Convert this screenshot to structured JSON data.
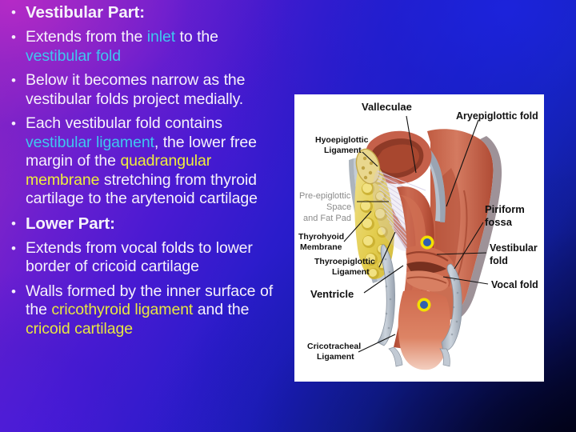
{
  "slide": {
    "background_colors": {
      "top_left": "#b62ac6",
      "top_right": "#1c24e1",
      "bottom_right": "#04060f",
      "bottom_left": "#4a1cdc"
    },
    "accent_cyan": "#3fc7ee",
    "accent_yellow": "#eeee3c",
    "body_text_color": "#f6f2fb"
  },
  "bullets": [
    {
      "id": "vestibular-part-heading",
      "marker": "•",
      "heading": true,
      "segments": [
        {
          "text": "Vestibular Part:",
          "style": "plain"
        }
      ]
    },
    {
      "id": "extends-from-inlet",
      "marker": "•",
      "heading": false,
      "segments": [
        {
          "text": "Extends from the ",
          "style": "plain"
        },
        {
          "text": "inlet",
          "style": "cyan"
        },
        {
          "text": " to the ",
          "style": "plain"
        },
        {
          "text": "vestibular fold",
          "style": "cyan"
        }
      ]
    },
    {
      "id": "below-becomes-narrow",
      "marker": "•",
      "heading": false,
      "segments": [
        {
          "text": "Below it becomes narrow as the vestibular folds project medially.",
          "style": "plain"
        }
      ]
    },
    {
      "id": "each-vestibular-fold-contains",
      "marker": "•",
      "heading": false,
      "segments": [
        {
          "text": " Each vestibular fold contains ",
          "style": "plain"
        },
        {
          "text": "vestibular ligament",
          "style": "cyan"
        },
        {
          "text": ", the lower free margin of the ",
          "style": "plain"
        },
        {
          "text": "quadrangular membrane",
          "style": "yellow"
        },
        {
          "text": " stretching from thyroid cartilage to the arytenoid cartilage",
          "style": "plain"
        }
      ]
    },
    {
      "id": "lower-part-heading",
      "marker": "•",
      "heading": true,
      "segments": [
        {
          "text": "Lower Part:",
          "style": "plain"
        }
      ]
    },
    {
      "id": "extends-from-vocal-folds",
      "marker": "•",
      "heading": false,
      "segments": [
        {
          "text": "Extends from vocal folds to lower border of cricoid cartilage",
          "style": "plain"
        }
      ]
    },
    {
      "id": "walls-formed-by-inner-surface",
      "marker": "•",
      "heading": false,
      "segments": [
        {
          "text": "Walls formed by the inner surface of the ",
          "style": "plain"
        },
        {
          "text": "cricothyroid ligament",
          "style": "yellow"
        },
        {
          "text": " and the ",
          "style": "plain"
        },
        {
          "text": "cricoid cartilage",
          "style": "yellow"
        }
      ]
    }
  ],
  "figure": {
    "title": "larynx-sagittal-section-diagram",
    "labels": {
      "valleculae": "Valleculae",
      "aryepiglottic_fold": "Aryepiglottic fold",
      "hyoepiglottic_ligament_line1": "Hyoepiglottic",
      "hyoepiglottic_ligament_line2": "Ligament",
      "preepiglottic_line1": "Pre-epiglottic",
      "preepiglottic_line2": "Space",
      "preepiglottic_line3": "and Fat Pad",
      "thyrohyoid_line1": "Thyrohyoid",
      "thyrohyoid_line2": "Membrane",
      "thyroepiglottic_line1": "Thyroepiglottic",
      "thyroepiglottic_line2": "Ligament",
      "ventricle": "Ventricle",
      "cricotracheal_line1": "Cricotracheal",
      "cricotracheal_line2": "Ligament",
      "piriform_line1": "Piriform",
      "piriform_line2": "fossa",
      "vestibular_line1": "Vestibular",
      "vestibular_line2": "fold",
      "vocal_fold": "Vocal fold"
    },
    "colors": {
      "mucosa": "#c8604a",
      "mucosa_dark": "#a8462f",
      "mucosa_light": "#dd8268",
      "fat_pad": "#e8d55a",
      "cartilage": "#b9c3ce",
      "marker_ring": "#f2e000",
      "marker_fill": "#2f5fb0"
    }
  }
}
